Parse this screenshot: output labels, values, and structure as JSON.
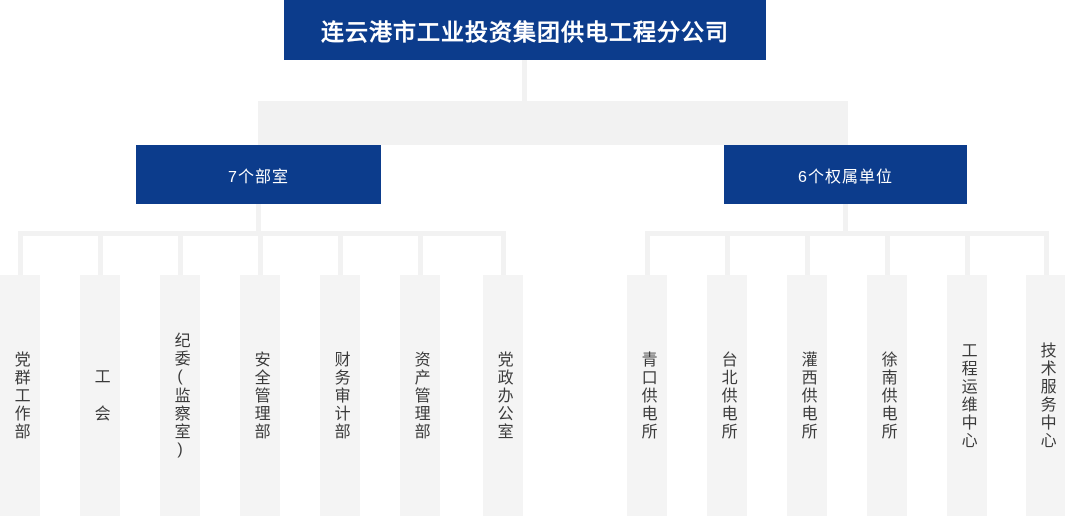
{
  "chart": {
    "title": "连云港市工业投资集团供电工程分公司",
    "colors": {
      "primary": "#0c3c8c",
      "connector": "#f2f2f2",
      "leaf_fill": "#f4f4f4",
      "leaf_text": "#3b3b3b",
      "box_text": "#ffffff",
      "background": "#ffffff"
    },
    "branches": [
      {
        "label": "7个部室"
      },
      {
        "label": "6个权属单位"
      }
    ],
    "departments": [
      {
        "label": "党群工作部"
      },
      {
        "label": "工 会"
      },
      {
        "label": "纪委(监察室)"
      },
      {
        "label": "安全管理部"
      },
      {
        "label": "财务审计部"
      },
      {
        "label": "资产管理部"
      },
      {
        "label": "党政办公室"
      }
    ],
    "affiliates": [
      {
        "label": "青口供电所"
      },
      {
        "label": "台北供电所"
      },
      {
        "label": "灌西供电所"
      },
      {
        "label": "徐南供电所"
      },
      {
        "label": "工程运维中心"
      },
      {
        "label": "技术服务中心"
      }
    ]
  }
}
